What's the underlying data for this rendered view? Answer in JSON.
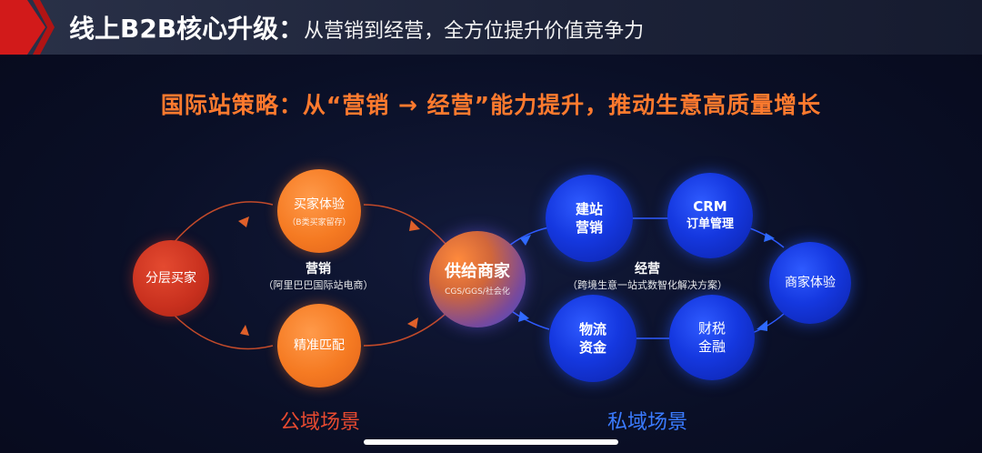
{
  "header": {
    "title": "线上B2B核心升级：",
    "subtitle": "从营销到经营，全方位提升价值竞争力"
  },
  "strategy_line": "国际站策略：从“营销 → 经营”能力提升，推动生意高质量增长",
  "nodes": {
    "tiered_buyers": "分层买家",
    "buyer_experience": "买家体验",
    "buyer_experience_sub": "（B类买家留存）",
    "precise_matching": "精准匹配",
    "supplier": "供给商家",
    "supplier_sub": "CGS/GGS/社会化",
    "site_marketing_1": "建站",
    "site_marketing_2": "营销",
    "crm_1": "CRM",
    "crm_2": "订单管理",
    "merchant_experience": "商家体验",
    "logistics_1": "物流",
    "logistics_2": "资金",
    "tax_1": "财税",
    "tax_2": "金融"
  },
  "marketing": {
    "title": "营销",
    "sub": "（阿里巴巴国际站电商）"
  },
  "operations": {
    "title": "经营",
    "sub": "（跨境生意一站式数智化解决方案）"
  },
  "scenes": {
    "public": "公域场景",
    "private": "私域场景"
  },
  "colors": {
    "orange": "#ff7a2e",
    "blue": "#3a7bff",
    "red": "#d83a28"
  }
}
